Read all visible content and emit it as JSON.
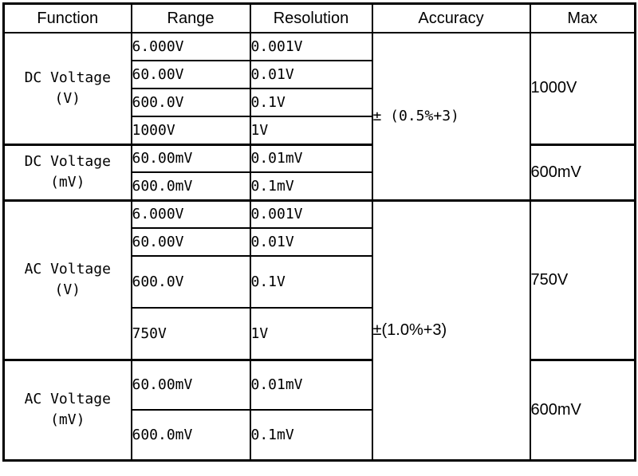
{
  "table": {
    "headers": [
      "Function",
      "Range",
      "Resolution",
      "Accuracy",
      "Max"
    ],
    "accuracy": {
      "dc": "± (0.5%+3)",
      "ac": "±(1.0%+3)"
    },
    "groups": [
      {
        "function": [
          "DC Voltage",
          "(V)"
        ],
        "max": "1000V",
        "rows": [
          {
            "range": "6.000V",
            "resolution": "0.001V"
          },
          {
            "range": "60.00V",
            "resolution": "0.01V"
          },
          {
            "range": "600.0V",
            "resolution": "0.1V"
          },
          {
            "range": "1000V",
            "resolution": "1V"
          }
        ]
      },
      {
        "function": [
          "DC Voltage",
          "(mV)"
        ],
        "max": "600mV",
        "rows": [
          {
            "range": "60.00mV",
            "resolution": "0.01mV"
          },
          {
            "range": "600.0mV",
            "resolution": "0.1mV"
          }
        ]
      },
      {
        "function": [
          "AC Voltage",
          "(V)"
        ],
        "max": "750V",
        "rows": [
          {
            "range": "6.000V",
            "resolution": "0.001V"
          },
          {
            "range": "60.00V",
            "resolution": "0.01V"
          },
          {
            "range": "600.0V",
            "resolution": "0.1V"
          },
          {
            "range": "750V",
            "resolution": "1V"
          }
        ]
      },
      {
        "function": [
          "AC Voltage",
          "(mV)"
        ],
        "max": "600mV",
        "rows": [
          {
            "range": "60.00mV",
            "resolution": "0.01mV"
          },
          {
            "range": "600.0mV",
            "resolution": "0.1mV"
          }
        ]
      }
    ]
  }
}
